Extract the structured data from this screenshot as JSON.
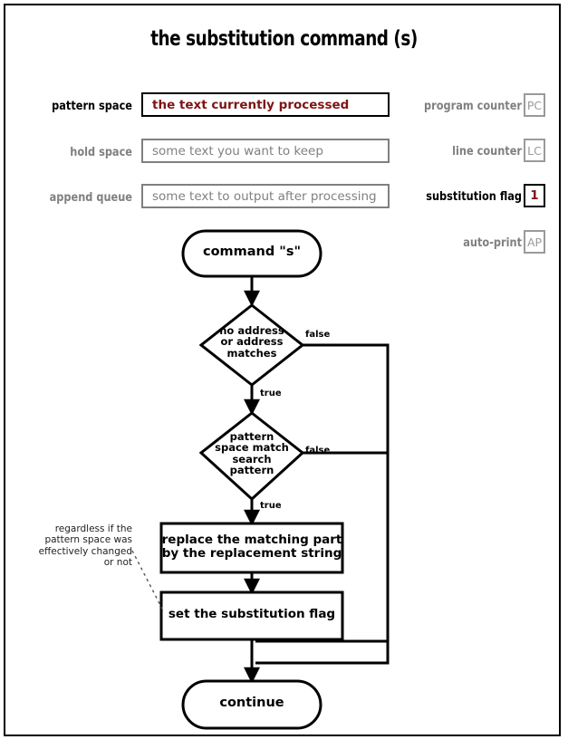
{
  "page": {
    "title": "the substitution command (s)",
    "border_color": "#000000",
    "accent_color": "#7d1414",
    "muted_color": "#808080"
  },
  "registers": {
    "left": [
      {
        "label": "pattern space",
        "value": "the text currently processed",
        "active": true
      },
      {
        "label": "hold space",
        "value": "some text you want to keep",
        "active": false
      },
      {
        "label": "append queue",
        "value": "some text to output after processing",
        "active": false
      }
    ],
    "right": [
      {
        "label": "program counter",
        "value": "PC",
        "active": false
      },
      {
        "label": "line counter",
        "value": "LC",
        "active": false
      },
      {
        "label": "substitution flag",
        "value": "1",
        "active": true
      },
      {
        "label": "auto-print",
        "value": "AP",
        "active": false
      }
    ]
  },
  "flow": {
    "start": "command \"s\"",
    "decision1": "no address\nor address\nmatches",
    "decision2": "pattern\nspace match\nsearch\npattern",
    "process1": "replace the matching part\nby the replacement string",
    "process2": "set the substitution flag",
    "end": "continue",
    "labels": {
      "false1": "false",
      "true1": "true",
      "false2": "false",
      "true2": "true"
    },
    "annotation": "regardless if the\npattern space was\neffectively changed\nor not"
  }
}
